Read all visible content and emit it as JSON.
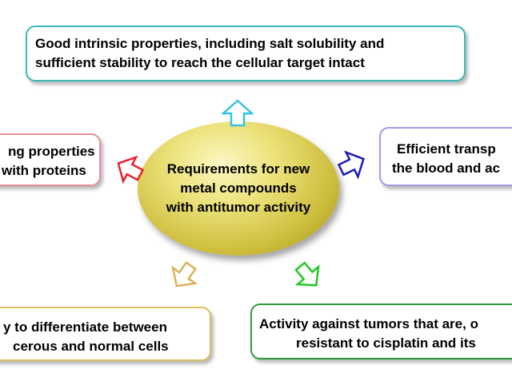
{
  "center": {
    "lines": [
      "Requirements for new",
      "metal compounds",
      "with antitumor activity"
    ]
  },
  "boxes": {
    "top": {
      "lines": [
        "Good intrinsic properties, including salt solubility and",
        "sufficient stability to reach the cellular target intact"
      ],
      "color": "#3bb9b8"
    },
    "left": {
      "lines": [
        "ng properties",
        "with proteins"
      ],
      "color": "#e8909a"
    },
    "right": {
      "lines": [
        "Efficient transp",
        "the blood and ac"
      ],
      "color": "#9f9ae6"
    },
    "bottom_left": {
      "lines": [
        "y to differentiate between",
        "cerous and normal cells"
      ],
      "color": "#e0be5c"
    },
    "bottom_right": {
      "lines": [
        "Activity against tumors that are, o",
        "resistant to cisplatin and its"
      ],
      "color": "#2e9c3c"
    }
  },
  "arrows": {
    "top": {
      "color": "#36c3df"
    },
    "left": {
      "color": "#e8212a"
    },
    "right": {
      "color": "#1a1ab8"
    },
    "bottom_left": {
      "color": "#d8b25a"
    },
    "bottom_right": {
      "color": "#22c822"
    }
  }
}
